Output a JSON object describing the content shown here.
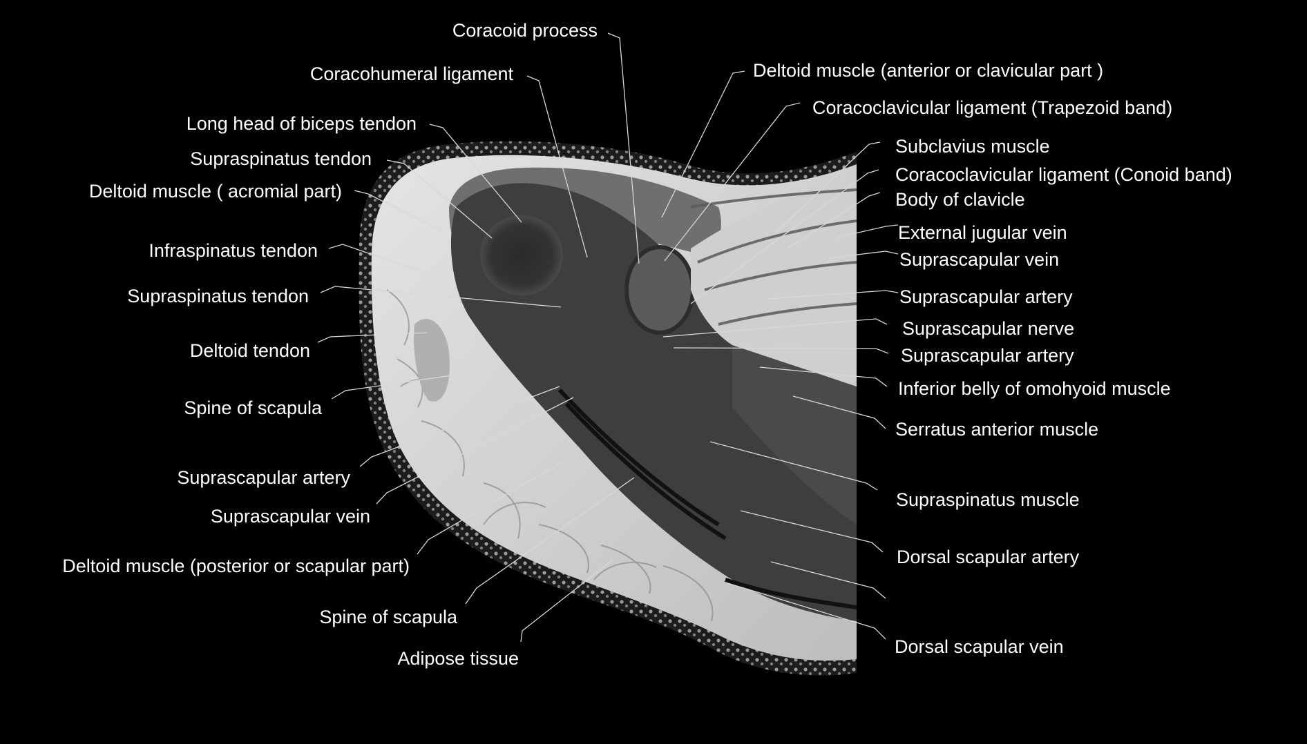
{
  "colors": {
    "background": "#000000",
    "label": "#ffffff",
    "leader_line": "#d8d8d8"
  },
  "labels": {
    "coracoid_process": "Coracoid process",
    "coracohumeral_ligament": "Coracohumeral ligament",
    "long_head_biceps_tendon": "Long head of biceps tendon",
    "supraspinatus_tendon_1": "Supraspinatus tendon",
    "deltoid_acromial": "Deltoid muscle ( acromial part)",
    "infraspinatus_tendon": "Infraspinatus tendon",
    "supraspinatus_tendon_2": "Supraspinatus tendon",
    "deltoid_tendon": "Deltoid tendon",
    "spine_of_scapula_1": "Spine of scapula",
    "suprascapular_artery_left": "Suprascapular artery",
    "suprascapular_vein_left": "Suprascapular vein",
    "deltoid_posterior": "Deltoid muscle (posterior or scapular part)",
    "spine_of_scapula_2": "Spine of scapula",
    "adipose_tissue": "Adipose tissue",
    "deltoid_anterior": "Deltoid muscle (anterior or clavicular part )",
    "coracoclavicular_trapezoid": "Coracoclavicular ligament (Trapezoid band)",
    "subclavius_muscle": "Subclavius muscle",
    "coracoclavicular_conoid": "Coracoclavicular ligament (Conoid band)",
    "body_of_clavicle": "Body of clavicle",
    "external_jugular_vein": "External jugular vein",
    "suprascapular_vein_right": "Suprascapular vein",
    "suprascapular_artery_right_1": "Suprascapular artery",
    "suprascapular_nerve": "Suprascapular nerve",
    "suprascapular_artery_right_2": "Suprascapular artery",
    "inferior_belly_omohyoid": "Inferior belly of omohyoid muscle",
    "serratus_anterior": "Serratus anterior muscle",
    "supraspinatus_muscle": "Supraspinatus muscle",
    "dorsal_scapular_artery": "Dorsal scapular artery",
    "dorsal_scapular_vein": "Dorsal scapular vein"
  }
}
